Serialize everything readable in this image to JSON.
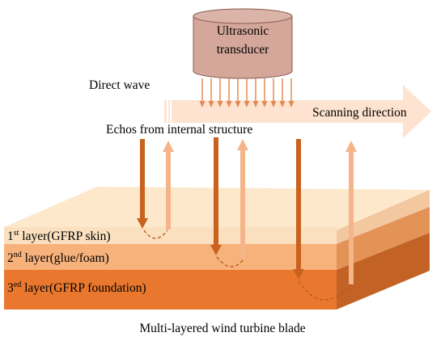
{
  "transducer": {
    "line1": "Ultrasonic",
    "line2": "transducer"
  },
  "labels": {
    "direct_wave": "Direct wave",
    "scanning_direction": "Scanning direction",
    "echos": "Echos from internal structure",
    "caption": "Multi-layered wind turbine blade"
  },
  "layers": [
    {
      "num": "1",
      "sup": "st",
      "name": " layer(GFRP skin)"
    },
    {
      "num": "2",
      "sup": "nd",
      "name": " layer(glue/foam)"
    },
    {
      "num": "3",
      "sup": "ed",
      "name": " layer(GFRP foundation)"
    }
  ],
  "colors": {
    "transducer_fill": "#d4a79a",
    "transducer_stroke": "#8a5a4e",
    "wave_arrow": "#e28a55",
    "scan_arrow": "#fde3d0",
    "down_arrow": "#c9621f",
    "up_arrow": "#f5b48a",
    "layer1_top": "#fde8cc",
    "layer1_front": "#fbe0c0",
    "layer2_front": "#f7b27c",
    "layer3_front": "#e9782e",
    "side_face": "#c26225"
  }
}
